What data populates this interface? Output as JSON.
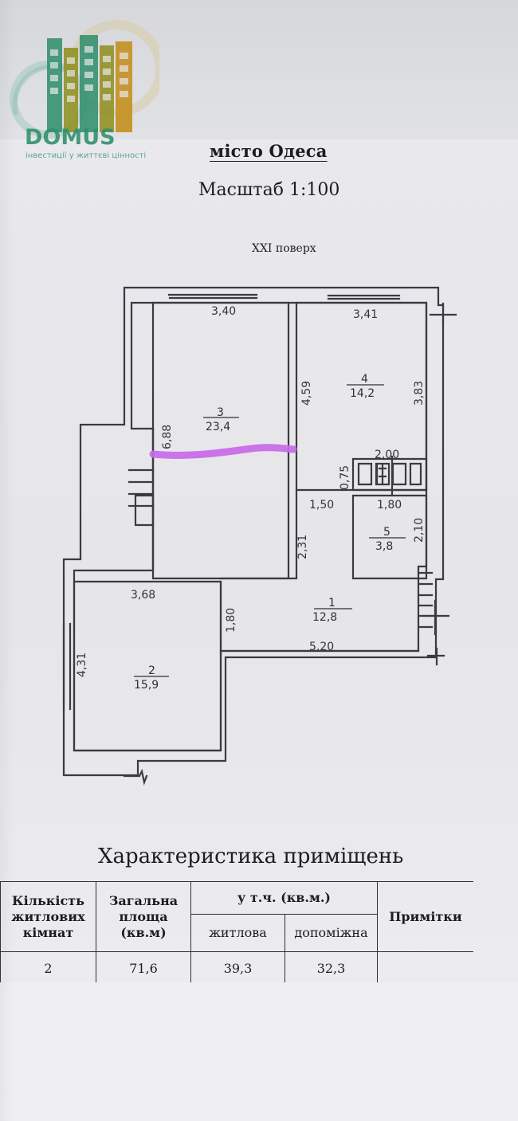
{
  "brand": {
    "name": "DOMUS",
    "tagline": "інвестиції у життєві цінності",
    "colors": {
      "green": "#2f8f6b",
      "olive": "#8f8f1f",
      "gold": "#c48d16"
    }
  },
  "document": {
    "city_title": "місто Одеса",
    "scale_text": "Масштаб 1:100",
    "floor_text": "XXI поверх",
    "highlight_color": "#c86ae8"
  },
  "floorplan": {
    "dimensions": {
      "room3_top": "3,40",
      "room4_top": "3,41",
      "room4_height": "4,59",
      "room3_height": "6,88",
      "room4_right": "3,83",
      "bath_top_width": "2,00",
      "bath_link": "0,75",
      "hall_top_left": "1,50",
      "bath_bottom_width": "1,80",
      "room5_side": "2,10",
      "hall_left": "2,31",
      "room2_top": "3,68",
      "hall_small": "1,80",
      "hall_bottom": "5,20",
      "room2_left": "4,31"
    },
    "rooms": [
      {
        "number": "3",
        "area": "23,4"
      },
      {
        "number": "4",
        "area": "14,2"
      },
      {
        "number": "5",
        "area": "3,8"
      },
      {
        "number": "1",
        "area": "12,8"
      },
      {
        "number": "2",
        "area": "15,9"
      }
    ]
  },
  "table": {
    "title": "Характеристика приміщень",
    "headers": {
      "rooms": "Кількість житлових кімнат",
      "total": "Загальна площа (кв.м)",
      "group": "у т.ч. (кв.м.)",
      "living": "житлова",
      "auxiliary": "допоміжна",
      "notes": "Примітки"
    },
    "row": {
      "rooms": "2",
      "total": "71,6",
      "living": "39,3",
      "auxiliary": "32,3",
      "notes": ""
    }
  }
}
